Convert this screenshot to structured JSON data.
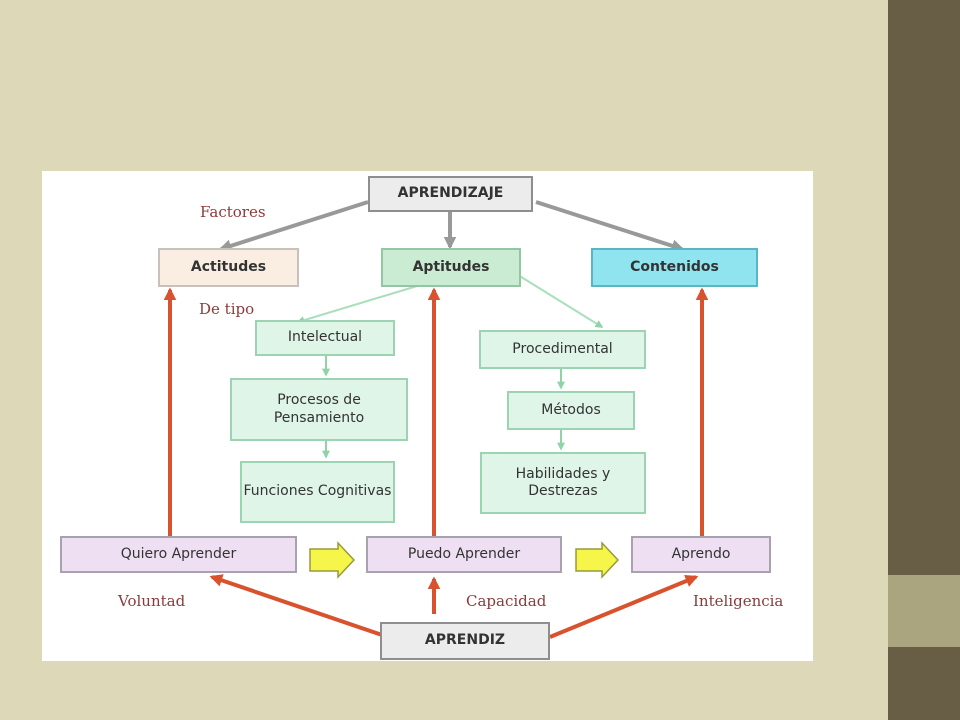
{
  "diagram": {
    "root": "APRENDIZAJE",
    "level1": [
      "Actitudes",
      "Aptitudes",
      "Contenidos"
    ],
    "intellectual": [
      "Intelectual",
      "Procesos de Pensamiento",
      "Funciones Cognitivas"
    ],
    "procedural": [
      "Procedimental",
      "Métodos",
      "Habilidades y Destrezas"
    ],
    "stages": [
      "Quiero Aprender",
      "Puedo Aprender",
      "Aprendo"
    ],
    "learner": "APRENDIZ",
    "labels": {
      "factores": "Factores",
      "de_tipo": "De tipo",
      "voluntad": "Voluntad",
      "capacidad": "Capacidad",
      "inteligencia": "Inteligencia"
    },
    "colors": {
      "actitudes": "#faeee2",
      "aptitudes": "#c9ecd3",
      "contenidos": "#8fe4f0",
      "green_box": "#dff5e8",
      "purple_box": "#eee0f2",
      "red_arrow": "#d9522e",
      "yellow_arrow": "#f5f54a",
      "label_text": "#8c3a3a"
    }
  }
}
